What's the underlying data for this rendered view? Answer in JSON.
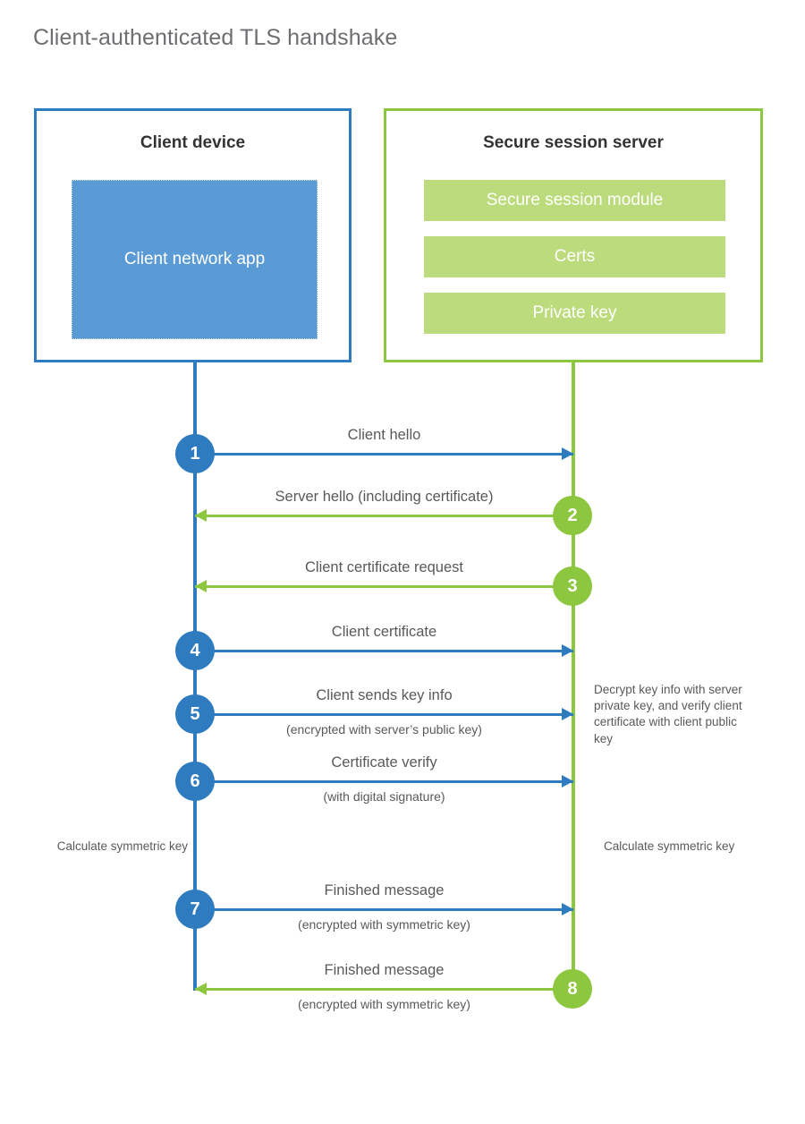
{
  "title": "Client-authenticated TLS handshake",
  "colors": {
    "blue": "#2e7cbf",
    "blue_fill": "#5b9bd5",
    "green": "#8dc63f",
    "green_fill": "#bcdb7c",
    "text": "#58595b",
    "title_text": "#6d6e71"
  },
  "client": {
    "title": "Client device",
    "app_label": "Client network app"
  },
  "server": {
    "title": "Secure session server",
    "components": [
      "Secure session module",
      "Certs",
      "Private key"
    ]
  },
  "steps": [
    {
      "number": "1",
      "label": "Client hello",
      "sublabel": "",
      "direction": "client-to-server",
      "color": "blue"
    },
    {
      "number": "2",
      "label": "Server hello (including certificate)",
      "sublabel": "",
      "direction": "server-to-client",
      "color": "green"
    },
    {
      "number": "3",
      "label": "Client certificate request",
      "sublabel": "",
      "direction": "server-to-client",
      "color": "green"
    },
    {
      "number": "4",
      "label": "Client certificate",
      "sublabel": "",
      "direction": "client-to-server",
      "color": "blue"
    },
    {
      "number": "5",
      "label": "Client sends key info",
      "sublabel": "(encrypted with server’s public key)",
      "direction": "client-to-server",
      "color": "blue"
    },
    {
      "number": "6",
      "label": "Certificate verify",
      "sublabel": "(with digital signature)",
      "direction": "client-to-server",
      "color": "blue"
    },
    {
      "number": "7",
      "label": "Finished message",
      "sublabel": "(encrypted with symmetric key)",
      "direction": "client-to-server",
      "color": "blue"
    },
    {
      "number": "8",
      "label": "Finished message",
      "sublabel": "(encrypted with symmetric key)",
      "direction": "server-to-client",
      "color": "green"
    }
  ],
  "notes": {
    "decrypt": "Decrypt key info with server private key, and verify client certificate with client public key",
    "client_symmetric": "Calculate symmetric key",
    "server_symmetric": "Calculate symmetric key"
  }
}
